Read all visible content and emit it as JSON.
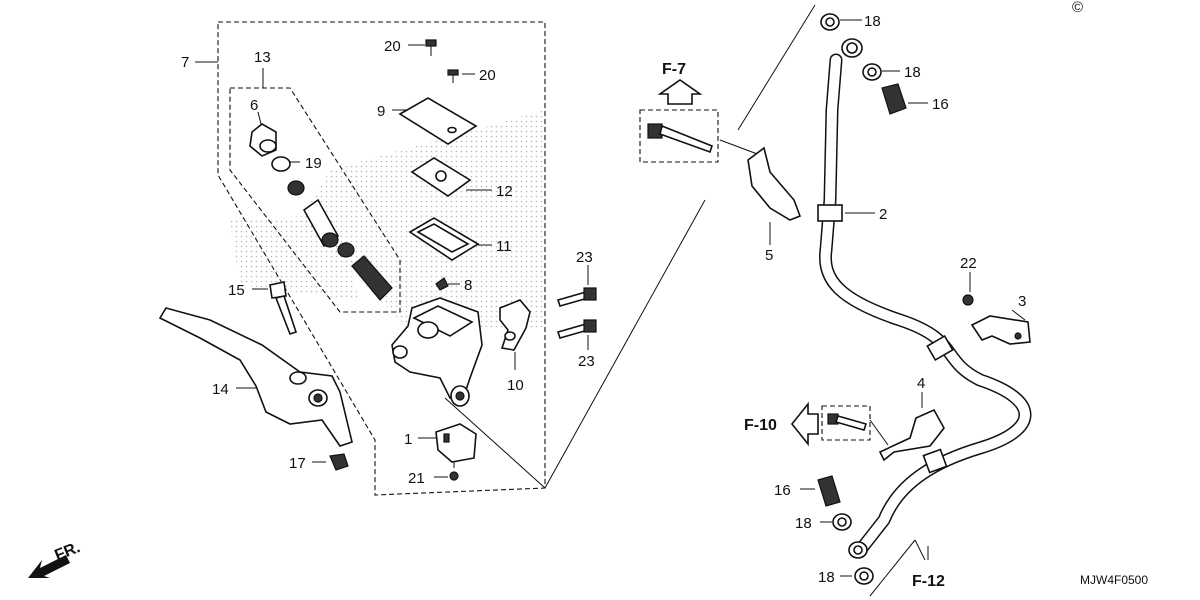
{
  "diagram": {
    "code": "MJW4F0500",
    "copyright_symbol": "©",
    "direction_label": "FR.",
    "refs": {
      "f7": "F-7",
      "f10": "F-10",
      "f12": "F-12"
    },
    "callouts": [
      {
        "id": "c7",
        "text": "7"
      },
      {
        "id": "c13",
        "text": "13"
      },
      {
        "id": "c6",
        "text": "6"
      },
      {
        "id": "c19",
        "text": "19"
      },
      {
        "id": "c20a",
        "text": "20"
      },
      {
        "id": "c20b",
        "text": "20"
      },
      {
        "id": "c9",
        "text": "9"
      },
      {
        "id": "c12",
        "text": "12"
      },
      {
        "id": "c11",
        "text": "11"
      },
      {
        "id": "c8",
        "text": "8"
      },
      {
        "id": "c15",
        "text": "15"
      },
      {
        "id": "c14",
        "text": "14"
      },
      {
        "id": "c17",
        "text": "17"
      },
      {
        "id": "c1",
        "text": "1"
      },
      {
        "id": "c21",
        "text": "21"
      },
      {
        "id": "c10",
        "text": "10"
      },
      {
        "id": "c23a",
        "text": "23"
      },
      {
        "id": "c23b",
        "text": "23"
      },
      {
        "id": "c18a",
        "text": "18"
      },
      {
        "id": "c18b",
        "text": "18"
      },
      {
        "id": "c16a",
        "text": "16"
      },
      {
        "id": "c2",
        "text": "2"
      },
      {
        "id": "c5",
        "text": "5"
      },
      {
        "id": "c22",
        "text": "22"
      },
      {
        "id": "c3",
        "text": "3"
      },
      {
        "id": "c4",
        "text": "4"
      },
      {
        "id": "c16b",
        "text": "16"
      },
      {
        "id": "c18c",
        "text": "18"
      },
      {
        "id": "c18d",
        "text": "18"
      }
    ]
  }
}
